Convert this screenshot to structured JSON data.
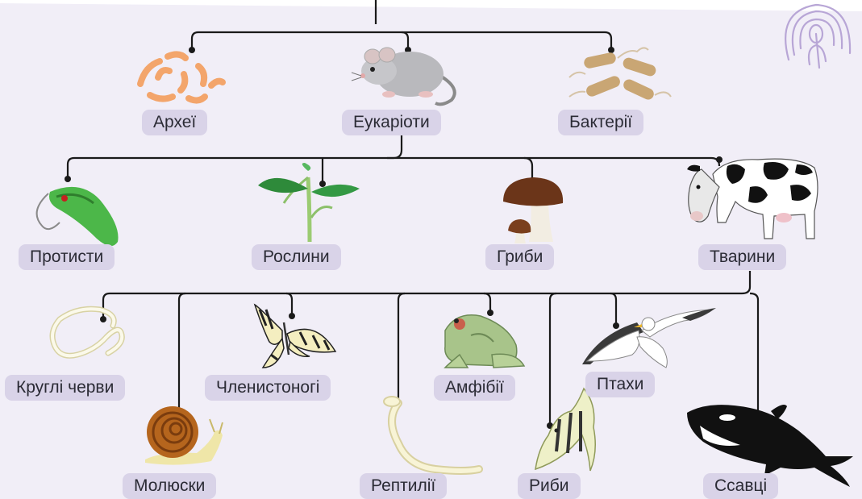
{
  "labels": {
    "archaea": "Археї",
    "eukaryotes": "Еукаріоти",
    "bacteria": "Бактерії",
    "protists": "Протисти",
    "plants": "Рослини",
    "fungi": "Гриби",
    "animals": "Тварини",
    "roundworms": "Круглі черви",
    "mollusks": "Молюски",
    "arthropods": "Членистоногі",
    "reptiles": "Рептилії",
    "amphibians": "Амфібії",
    "fish": "Риби",
    "birds": "Птахи",
    "mammals": "Ссавці"
  },
  "icons": [
    "archaea-icon",
    "mouse-icon",
    "bacteria-icon",
    "protist-icon",
    "plant-icon",
    "mushroom-icon",
    "cow-icon",
    "roundworm-icon",
    "snail-icon",
    "butterfly-icon",
    "snake-icon",
    "frog-icon",
    "angelfish-icon",
    "seagull-icon",
    "orca-icon",
    "fingerprint-icon"
  ],
  "colors": {
    "background": "#f1eef7",
    "label_fill": "#d9d3e8",
    "connector": "#1a1a1a",
    "fingerprint": "#b8a6d6"
  }
}
